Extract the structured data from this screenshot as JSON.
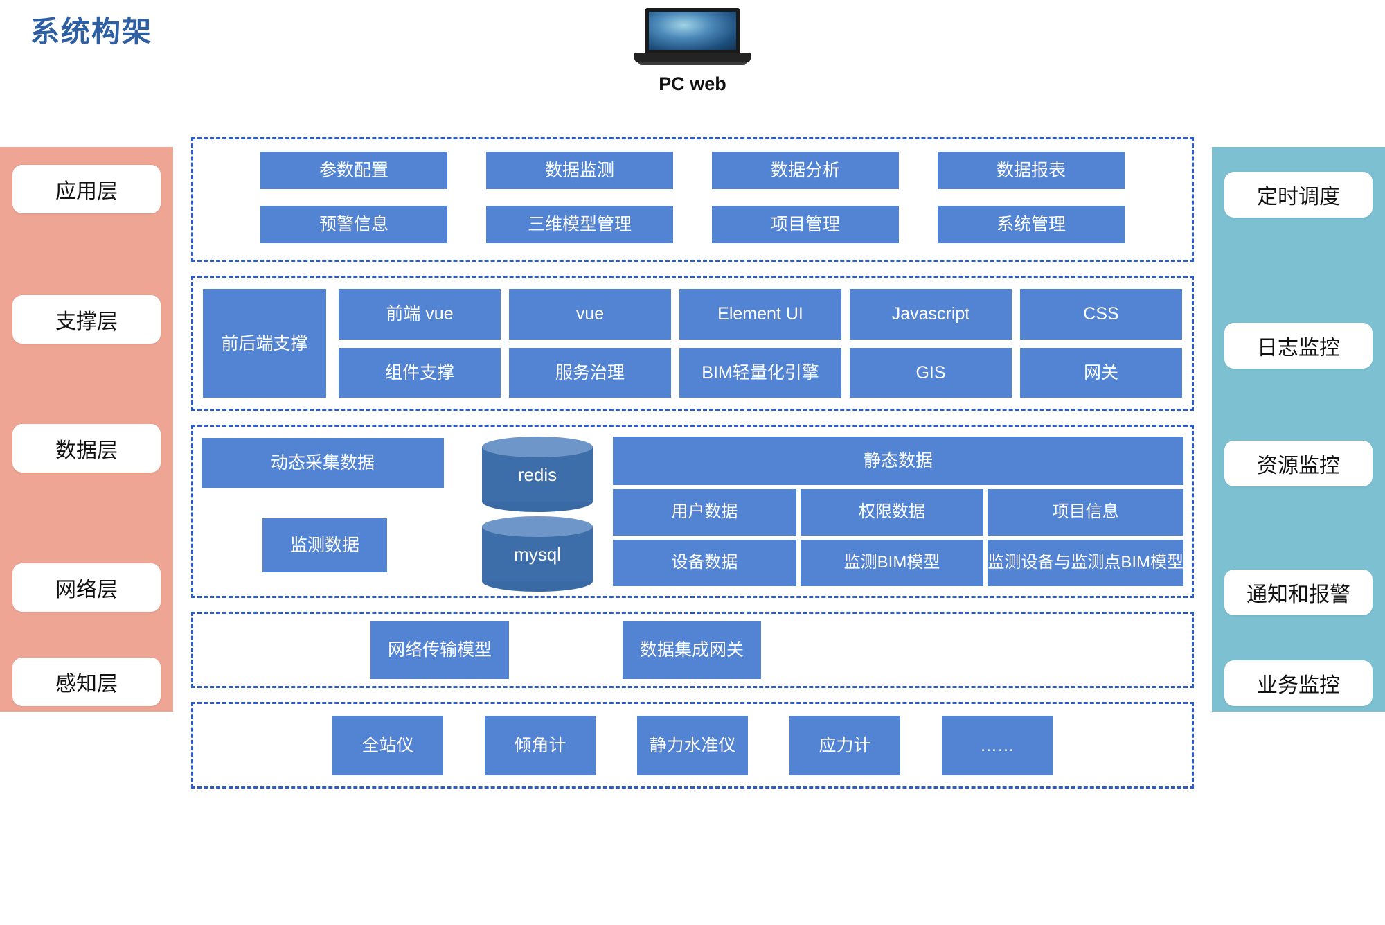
{
  "title": "系统构架",
  "device": {
    "label": "PC web",
    "icon": "laptop-icon"
  },
  "colors": {
    "title": "#2e5fa3",
    "left_rail": "#efa593",
    "right_rail": "#7cc0d1",
    "box_blue": "#5383d3",
    "dashed_border": "#2d5bc8",
    "cylinder_body": "#3d6ea9",
    "cylinder_top": "#6e96c8"
  },
  "left_rail": {
    "items": [
      {
        "label": "应用层"
      },
      {
        "label": "支撑层"
      },
      {
        "label": "数据层"
      },
      {
        "label": "网络层"
      },
      {
        "label": "感知层"
      }
    ]
  },
  "right_rail": {
    "items": [
      {
        "label": "定时调度"
      },
      {
        "label": "日志监控"
      },
      {
        "label": "资源监控"
      },
      {
        "label": "通知和报警"
      },
      {
        "label": "业务监控"
      }
    ]
  },
  "layers": {
    "application": {
      "boxes": [
        "参数配置",
        "数据监测",
        "数据分析",
        "数据报表",
        "预警信息",
        "三维模型管理",
        "项目管理",
        "系统管理"
      ]
    },
    "support": {
      "tall_box": "前后端支撑",
      "boxes": [
        "前端 vue",
        "vue",
        "Element UI",
        "Javascript",
        "CSS",
        "组件支撑",
        "服务治理",
        "BIM轻量化引擎",
        "GIS",
        "网关"
      ]
    },
    "data": {
      "dynamic_box": "动态采集数据",
      "monitor_box": "监测数据",
      "databases": [
        {
          "name": "redis"
        },
        {
          "name": "mysql"
        }
      ],
      "static_header": "静态数据",
      "static_boxes": [
        "用户数据",
        "权限数据",
        "项目信息",
        "设备数据",
        "监测BIM模型",
        "监测设备与监测点BIM模型"
      ]
    },
    "network": {
      "boxes": [
        "网络传输模型",
        "数据集成网关"
      ]
    },
    "perception": {
      "boxes": [
        "全站仪",
        "倾角计",
        "静力水准仪",
        "应力计",
        "……"
      ]
    }
  }
}
